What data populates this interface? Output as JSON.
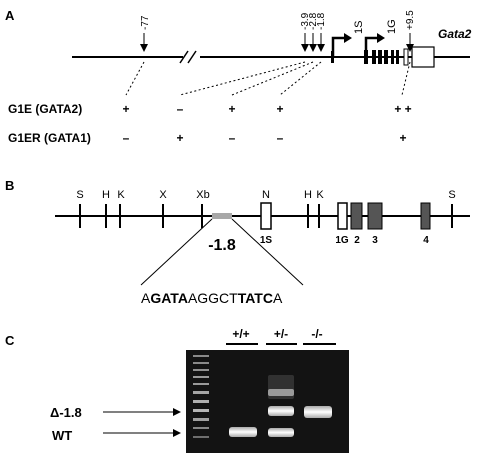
{
  "panel_a": {
    "label": "A",
    "sites": [
      "-77",
      "-3.9",
      "-2.8",
      "-1.8",
      "+9.5"
    ],
    "tss": [
      "1S",
      "1G"
    ],
    "gene": "Gata2",
    "rows": [
      {
        "label": "G1E (GATA2)",
        "marks": [
          "+",
          "–",
          "+",
          "+",
          "+ +"
        ]
      },
      {
        "label": "G1ER (GATA1)",
        "marks": [
          "–",
          "+",
          "–",
          "–",
          "+"
        ]
      }
    ]
  },
  "panel_b": {
    "label": "B",
    "restriction_sites": [
      "S",
      "H",
      "K",
      "X",
      "Xb",
      "N",
      "H",
      "K",
      "S"
    ],
    "exons": [
      "1S",
      "1G",
      "2",
      "3",
      "4"
    ],
    "element": "-1.8",
    "sequence": {
      "parts": [
        {
          "text": "A",
          "bold": false
        },
        {
          "text": "GATA",
          "bold": true
        },
        {
          "text": "AGGCT",
          "bold": false
        },
        {
          "text": "TATC",
          "bold": true
        },
        {
          "text": "A",
          "bold": false
        }
      ]
    }
  },
  "panel_c": {
    "label": "C",
    "lanes": [
      "+/+",
      "+/-",
      "-/-"
    ],
    "band_labels": [
      "Δ-1.8",
      "WT"
    ]
  }
}
